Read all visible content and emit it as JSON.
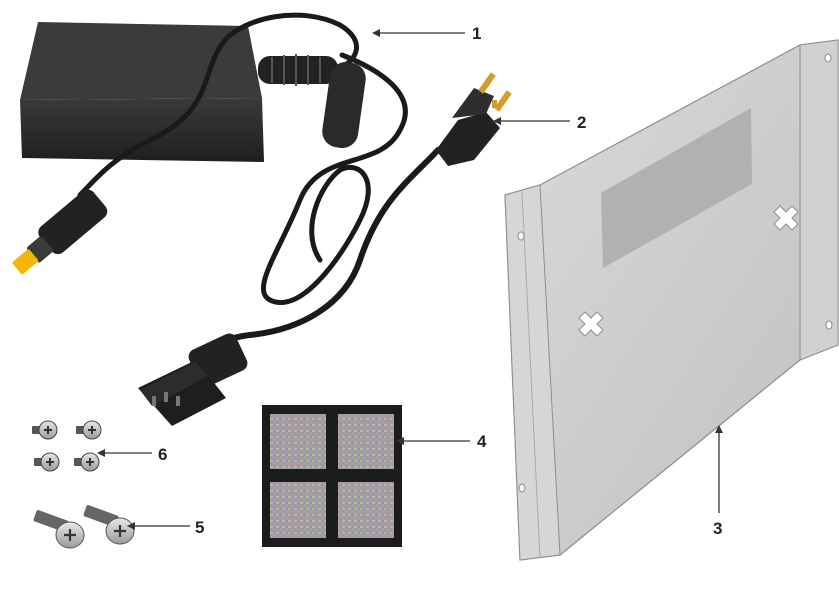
{
  "callouts": {
    "power_adapter": "1",
    "power_cord": "2",
    "mounting_bracket": "3",
    "adhesive_pads": "4",
    "flat_head_screws": "5",
    "small_screws": "6"
  },
  "colors": {
    "adapter_body": "#2d2d2d",
    "cable": "#1a1a1a",
    "bracket": "#c9cacb",
    "plug_tip": "#f2b705",
    "prongs": "#d49a2a",
    "pad_frame": "#1c1c1c",
    "leader_line": "#333333"
  }
}
